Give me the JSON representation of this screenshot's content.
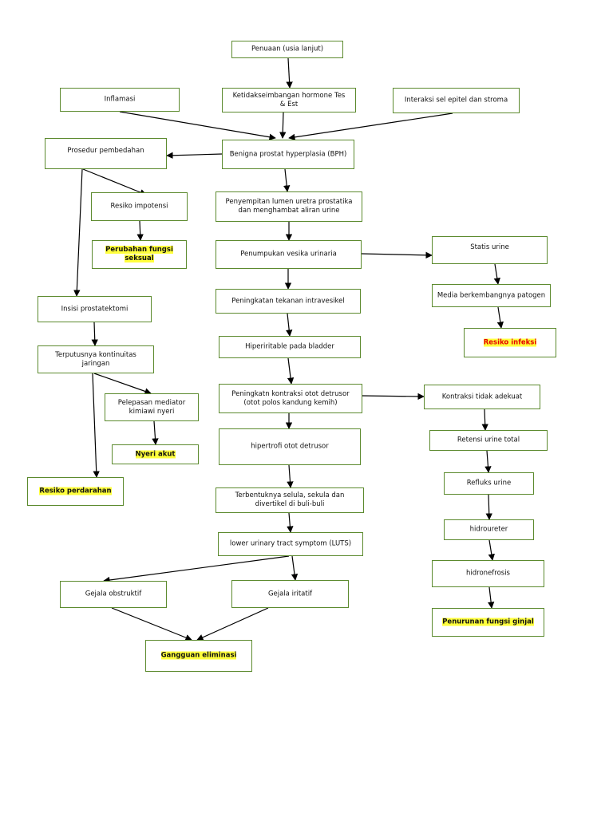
{
  "colors": {
    "border": "#5c8a2e",
    "highlight": "#ffff3c",
    "arrow": "#000000",
    "danger_text": "#e60000"
  },
  "nodes": {
    "penuaan": "Penuaan (usia lanjut)",
    "inflamasi": "Inflamasi",
    "ketidakseimbangan": "Ketidakseimbangan hormone Tes\n& Est",
    "interaksi": "Interaksi sel epitel dan stroma",
    "prosedur": "Prosedur pembedahan",
    "bph": "Benigna prostat hyperplasia (BPH)",
    "resiko_impotensi": "Resiko impotensi",
    "penyempitan": "Penyempitan lumen uretra prostatika\ndan menghambat aliran urine",
    "perubahan_fungsi": "Perubahan fungsi\nseksual",
    "penumpukan": "Penumpukan vesika urinaria",
    "statis": "Statis urine",
    "insisi": "Insisi prostatektomi",
    "peningkatan_tekanan": "Peningkatan tekanan intravesikel",
    "media": "Media berkembangnya patogen",
    "resiko_infeksi": "Resiko infeksi",
    "terputusnya": "Terputusnya kontinuitas\njaringan",
    "hiperiritable": "Hiperiritable pada bladder",
    "pelepasan": "Pelepasan mediator\nkimiawi nyeri",
    "peningkatn_kontraksi": "Peningkatn kontraksi otot detrusor\n(otot polos kandung kemih)",
    "kontraksi_tidak": "Kontraksi tidak adekuat",
    "nyeri_akut": "Nyeri akut",
    "hipertrofi": "hipertrofi otot detrusor",
    "retensi": "Retensi urine total",
    "resiko_perdarahan": "Resiko perdarahan",
    "refluks": "Refluks urine",
    "terbentuknya": "Terbentuknya selula, sekula dan\ndivertikel di buli-buli",
    "hidroureter": "hidroureter",
    "luts": "lower urinary tract symptom (LUTS)",
    "hidronefrosis": "hidronefrosis",
    "gejala_obstruktif": "Gejala obstruktif",
    "gejala_iritatif": "Gejala iritatif",
    "penurunan_fungsi": "Penurunan fungsi ginjal",
    "gangguan_eliminasi": "Gangguan eliminasi"
  }
}
